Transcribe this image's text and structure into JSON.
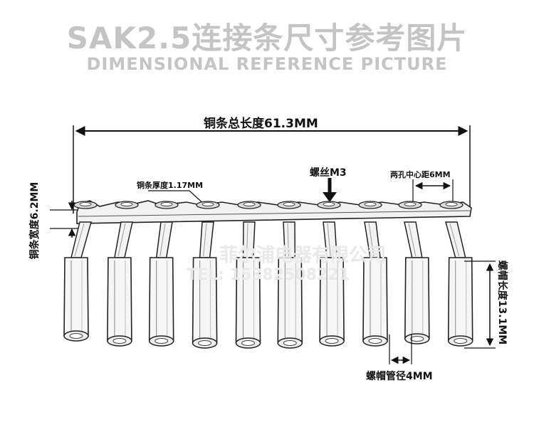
{
  "header": {
    "title": "SAK2.5连接条尺寸参考图片",
    "subtitle": "DIMENSIONAL REFERENCE PICTURE"
  },
  "dimensions": {
    "total_length": "铜条总长度61.3MM",
    "thickness": "铜条厚度1.17MM",
    "screw": "螺丝M3",
    "hole_spacing": "两孔中心距6MM",
    "width": "铜条宽度6.2MM",
    "cap_length": "螺帽长度13.1MM",
    "tube_diameter": "螺帽管径4MM"
  },
  "watermark": {
    "company": "菲尔浦电器有限公司",
    "tel": "TEL: 15382508221"
  },
  "colors": {
    "title_gray": "#c4c4c4",
    "line": "#111111"
  }
}
